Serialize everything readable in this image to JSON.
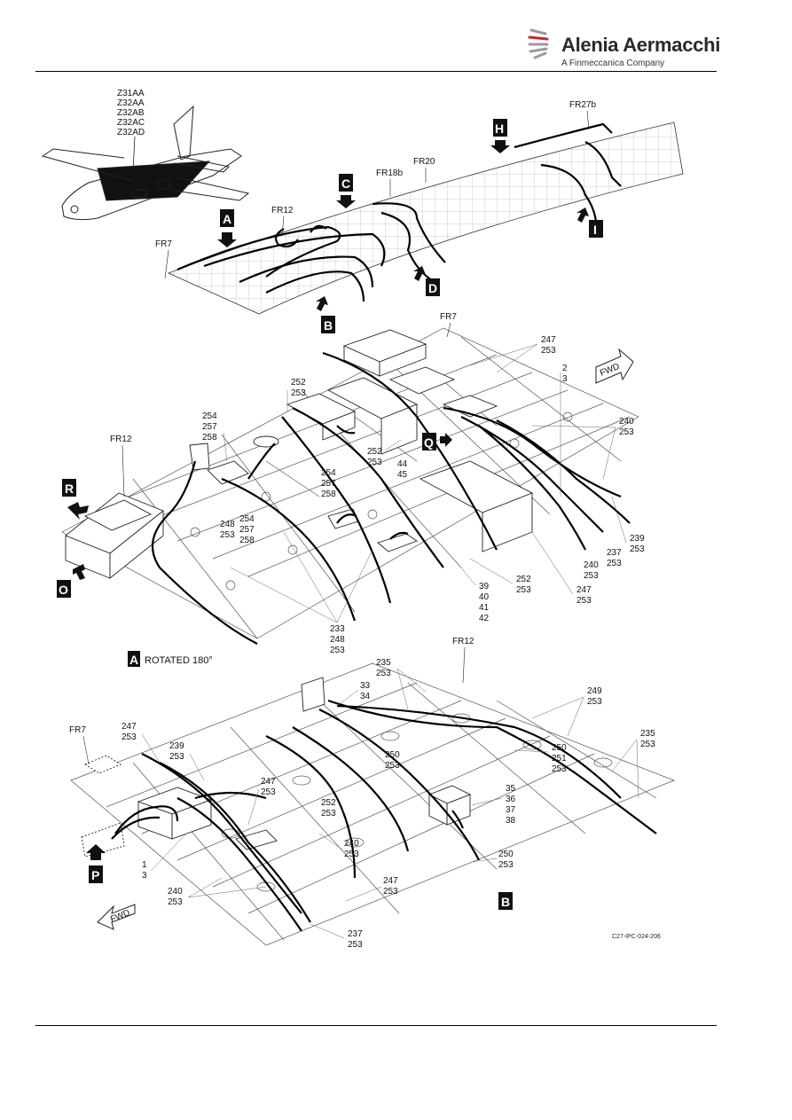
{
  "header": {
    "brand": "Alenia Aermacchi",
    "subtitle": "A Finmeccanica Company"
  },
  "aircraft": {
    "effectivity": [
      "Z31AA",
      "Z32AA",
      "Z32AB",
      "Z32AC",
      "Z32AD"
    ]
  },
  "overview": {
    "frames": [
      "FR7",
      "FR12",
      "FR18b",
      "FR20",
      "FR27b"
    ],
    "view_tags": [
      "A",
      "B",
      "C",
      "D",
      "H",
      "I"
    ]
  },
  "view_a": {
    "caption_tag": "A",
    "caption": "ROTATED 180°",
    "frames": [
      "FR7",
      "FR12"
    ],
    "tags": [
      "R",
      "O",
      "Q"
    ],
    "fwd": "FWD",
    "callouts": [
      [
        "247",
        "253"
      ],
      [
        "2",
        "3"
      ],
      [
        "252",
        "253"
      ],
      [
        "240",
        "253"
      ],
      [
        "254",
        "257",
        "258"
      ],
      [
        "252",
        "253"
      ],
      [
        "44",
        "45"
      ],
      [
        "254",
        "257",
        "258"
      ],
      [
        "248",
        "253"
      ],
      [
        "254",
        "257",
        "258"
      ],
      [
        "239",
        "253"
      ],
      [
        "237",
        "253"
      ],
      [
        "240",
        "253"
      ],
      [
        "252",
        "253"
      ],
      [
        "247",
        "253"
      ],
      [
        "39",
        "40",
        "41",
        "42"
      ],
      [
        "233",
        "248",
        "253"
      ]
    ]
  },
  "view_b": {
    "tag": "B",
    "frames": [
      "FR12",
      "FR7"
    ],
    "entry_tag": "P",
    "fwd": "FWD",
    "callouts": [
      [
        "235",
        "253"
      ],
      [
        "33",
        "34"
      ],
      [
        "249",
        "253"
      ],
      [
        "247",
        "253"
      ],
      [
        "239",
        "253"
      ],
      [
        "235",
        "253"
      ],
      [
        "250",
        "253"
      ],
      [
        "250",
        "251",
        "253"
      ],
      [
        "247",
        "253"
      ],
      [
        "252",
        "253"
      ],
      [
        "35",
        "36",
        "37",
        "38"
      ],
      [
        "240",
        "253"
      ],
      [
        "1",
        "3"
      ],
      [
        "247",
        "253"
      ],
      [
        "250",
        "253"
      ],
      [
        "240",
        "253"
      ],
      [
        "237",
        "253"
      ]
    ]
  },
  "figure_ref": "C27-IPC-024-206",
  "colors": {
    "ink": "#111111",
    "tag_fill": "#111111",
    "tag_text": "#ffffff",
    "rule": "#000000"
  }
}
